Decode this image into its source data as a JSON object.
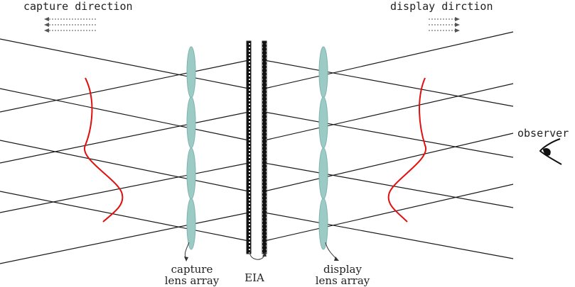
{
  "labels": {
    "capture_direction": "capture direction",
    "display_direction": "display dirction",
    "observer": "observer",
    "capture_lens_line1": "capture",
    "capture_lens_line2": "lens array",
    "eia": "EIA",
    "display_lens_line1": "display",
    "display_lens_line2": "lens array"
  },
  "colors": {
    "ray": "#1a1a1a",
    "lens_fill": "#9ccbc6",
    "lens_stroke": "#7fb3ad",
    "wave": "#e01010",
    "eia_border": "#222222",
    "arrow": "#555555"
  },
  "icons": {
    "observer": "eye-icon"
  }
}
